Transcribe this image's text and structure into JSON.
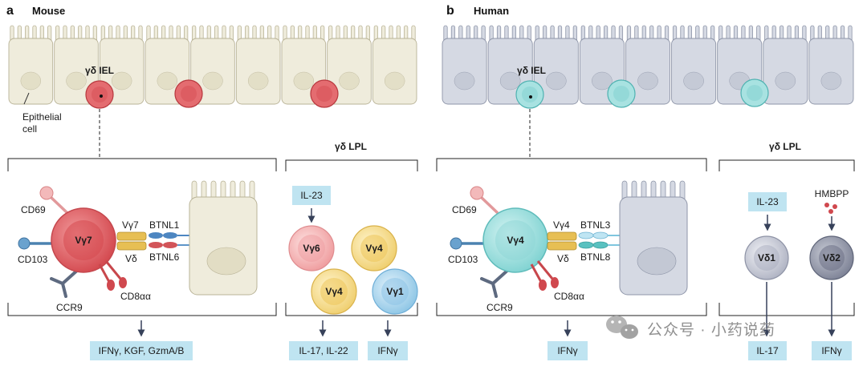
{
  "colors": {
    "mouse_epithelium": "#efecdc",
    "human_epithelium": "#d5d9e3",
    "mouse_cell": "#e06a6e",
    "human_cell": "#9ee0df",
    "box_fill": "#bfe4f1",
    "line": "#222222"
  },
  "panel_a": {
    "letter": "a",
    "title": "Mouse",
    "iel_label": "γδ IEL",
    "epithelial_label_1": "Epithelial",
    "epithelial_label_2": "cell",
    "lpl_title": "γδ LPL",
    "receptor_cell": "Vγ7",
    "labels": {
      "cd69": "CD69",
      "cd103": "CD103",
      "ccr9": "CCR9",
      "cd8": "CD8αα",
      "vg": "Vγ7",
      "vd": "Vδ",
      "btnl_top": "BTNL1",
      "btnl_bottom": "BTNL6"
    },
    "lpl_cells": [
      "Vγ6",
      "Vγ4",
      "Vγ4",
      "Vγ1"
    ],
    "il23": "IL-23",
    "outputs": {
      "iel": "IFNγ, KGF, GzmA/B",
      "lpl_left": "IL-17, IL-22",
      "lpl_right": "IFNγ"
    }
  },
  "panel_b": {
    "letter": "b",
    "title": "Human",
    "iel_label": "γδ IEL",
    "lpl_title": "γδ LPL",
    "receptor_cell": "Vγ4",
    "labels": {
      "cd69": "CD69",
      "cd103": "CD103",
      "ccr9": "CCR9",
      "cd8": "CD8αα",
      "vg": "Vγ4",
      "vd": "Vδ",
      "btnl_top": "BTNL3",
      "btnl_bottom": "BTNL8"
    },
    "lpl_cells": [
      "Vδ1",
      "Vδ2"
    ],
    "il23": "IL-23",
    "hmbpp": "HMBPP",
    "outputs": {
      "iel": "IFNγ",
      "lpl_left": "IL-17",
      "lpl_right": "IFNγ"
    }
  },
  "watermark": {
    "icon": "wechat-icon",
    "text": "公众号 · 小药说药"
  }
}
